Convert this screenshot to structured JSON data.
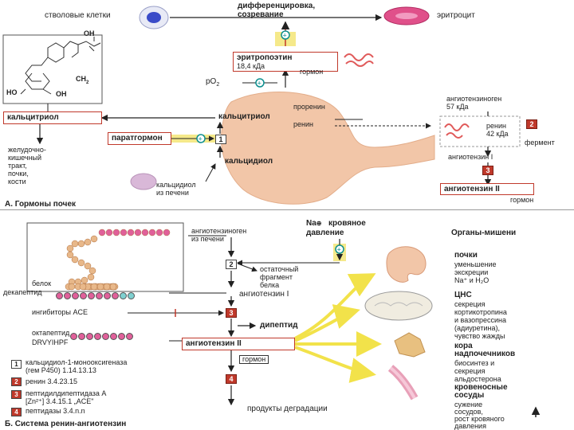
{
  "top": {
    "stem_cells": "стволовые клетки",
    "differentiation": "дифференцировка,",
    "maturation": "созревание",
    "erythrocyte": "эритроцит",
    "erythropoietin": "эритропоэтин",
    "ep_mass": "18,4 кДа",
    "hormone": "гормон",
    "po2": "pO",
    "po2_sub": "2",
    "calcitriol_box": "кальцитриол",
    "calcitriol_center": "кальцитриол",
    "prorenin": "проренин",
    "renin": "ренин",
    "parathormone": "паратгормон",
    "calcidiol": "кальцидиол",
    "calcidiol_liver_1": "кальцидиол",
    "calcidiol_liver_2": "из печени",
    "gi_1": "желудочно-",
    "gi_2": "кишечный",
    "gi_3": "тракт,",
    "gi_4": "почки,",
    "gi_5": "кости",
    "angiotensinogen": "ангиотензиноген",
    "angio_mass": "57 кДа",
    "renin_right": "ренин",
    "renin_mass": "42 кДа",
    "enzyme": "фермент",
    "angiotensin1": "ангиотензин I",
    "angiotensin2": "ангиотензин II",
    "hormone2": "гормон",
    "chem_ch2": "CH",
    "chem_ch2_sub": "2",
    "chem_oh1": "OH",
    "chem_ho": "HO",
    "chem_oh2": "OH",
    "section_a": "A. Гормоны почек"
  },
  "bottom": {
    "angiotensinogen_liver_1": "ангиотензиноген",
    "angiotensinogen_liver_2": "из печени",
    "protein": "белок",
    "na_label": "Na",
    "blood_pressure_1": "кровяное",
    "blood_pressure_2": "давление",
    "residual_1": "остаточный",
    "residual_2": "фрагмент",
    "residual_3": "белка",
    "decapeptide": "декапептид",
    "angiotensin1": "ангиотензин I",
    "ace_inhibitors": "ингибиторы ACE",
    "dipeptide": "дипептид",
    "octapeptide": "октапептид",
    "drvyihpf": "DRVYIHPF",
    "angiotensin2": "ангиотензин II",
    "hormone": "гормон",
    "degradation": "продукты деградации",
    "section_b": "Б. Система ренин-ангиотензин",
    "legend": [
      {
        "num": "1",
        "l1": "кальцидиол-1-монооксигеназа",
        "l2": "(гем P450) 1.14.13.13"
      },
      {
        "num": "2",
        "l1": "ренин 3.4.23.15",
        "l2": ""
      },
      {
        "num": "3",
        "l1": "пептидилдипептидаза A",
        "l2": "[Zn²⁺]   3.4.15.1  „ACE\""
      },
      {
        "num": "4",
        "l1": "пептидазы 3.4.n.n",
        "l2": ""
      }
    ],
    "targets": {
      "title": "Органы-мишени",
      "kidney_title": "почки",
      "kidney_1": "уменьшение",
      "kidney_2": "экскреции",
      "kidney_3": "Na⁺ и H₂O",
      "cns_title": "ЦНС",
      "cns_1": "секреция",
      "cns_2": "кортикотропина",
      "cns_3": "и вазопрессина",
      "cns_4": "(адиуретина),",
      "cns_5": "чувство жажды",
      "adrenal_title_1": "кора",
      "adrenal_title_2": "надпочечников",
      "adrenal_1": "биосинтез и",
      "adrenal_2": "секреция",
      "adrenal_3": "альдостерона",
      "vessels_title_1": "кровеносные",
      "vessels_title_2": "сосуды",
      "vessels_1": "сужение",
      "vessels_2": "сосудов,",
      "vessels_3": "рост кровяного",
      "vessels_4": "давления"
    }
  },
  "colors": {
    "accent_red": "#c0392b",
    "kidney": "#f2c6a8",
    "yellow_arrow": "#f2e24a",
    "bead_pink": "#e0609a",
    "bead_beige": "#e8b88a"
  }
}
